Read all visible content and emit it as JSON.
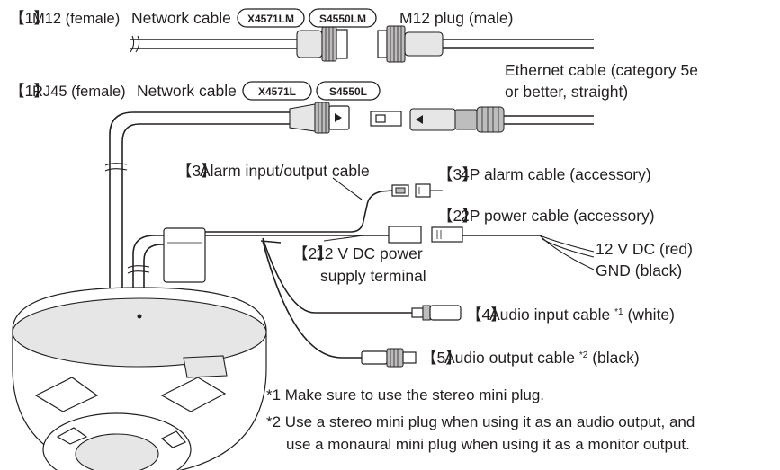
{
  "m12_row": {
    "num": "1",
    "socket_label": "M12 (female)",
    "cable_label": "Network cable",
    "models": [
      "X4571LM",
      "S4550LM"
    ],
    "plug_label": "M12 plug (male)"
  },
  "ethernet": {
    "line1": "Ethernet cable (category 5e",
    "line2": "or better, straight)"
  },
  "rj45_row": {
    "num": "1",
    "socket_label": "RJ45 (female)",
    "cable_label": "Network cable",
    "models": [
      "X4571L",
      "S4550L"
    ]
  },
  "alarm_io": {
    "num": "3",
    "label": "Alarm input/output cable"
  },
  "alarm_4p": {
    "num": "3",
    "label": "4P alarm cable (accessory)"
  },
  "power_2p": {
    "num": "2",
    "label": "2P power cable (accessory)"
  },
  "dc_terminal": {
    "num": "2",
    "line1": "12 V DC power",
    "line2": "supply terminal"
  },
  "wires": {
    "red": "12 V DC (red)",
    "black": "GND (black)"
  },
  "audio_in": {
    "num": "4",
    "label": "Audio input cable",
    "ref": "*1",
    "color": "(white)"
  },
  "audio_out": {
    "num": "5",
    "label": "Audio output cable",
    "ref": "*2",
    "color": "(black)"
  },
  "notes": {
    "n1": "*1 Make sure to use the stereo mini plug.",
    "n2_line1": "*2 Use a stereo mini plug when using it as an audio output, and",
    "n2_line2": "use a monaural mini plug when using it as a monitor output."
  },
  "icons": [
    "camera-dome-icon",
    "m12-connector-icon",
    "rj45-connector-icon",
    "mini-plug-icon",
    "dc-terminal-icon"
  ]
}
